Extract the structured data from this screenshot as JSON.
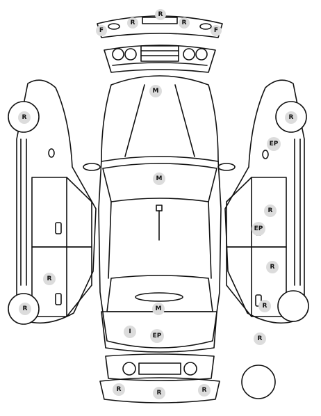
{
  "colors": {
    "line": "#111111",
    "badge": "#dcdcdc",
    "background": "#ffffff"
  },
  "labels": [
    {
      "id": "front-bumper-center",
      "text": "R"
    },
    {
      "id": "front-bumper-left",
      "text": "R"
    },
    {
      "id": "front-bumper-right",
      "text": "R"
    },
    {
      "id": "front-fog-left",
      "text": "F"
    },
    {
      "id": "front-fog-right",
      "text": "F"
    },
    {
      "id": "hood",
      "text": "M"
    },
    {
      "id": "roof",
      "text": "M"
    },
    {
      "id": "trunk-lid",
      "text": "M"
    },
    {
      "id": "rear-bumper-i",
      "text": "I"
    },
    {
      "id": "rear-bumper-ep",
      "text": "EP"
    },
    {
      "id": "left-front-wheel",
      "text": "R"
    },
    {
      "id": "left-rear-door",
      "text": "R"
    },
    {
      "id": "left-rear-wheel",
      "text": "R"
    },
    {
      "id": "right-front-wheel",
      "text": "R"
    },
    {
      "id": "right-front-fender",
      "text": "EP"
    },
    {
      "id": "right-front-door",
      "text": "R"
    },
    {
      "id": "right-front-door-handle",
      "text": "EP"
    },
    {
      "id": "right-rear-door",
      "text": "R"
    },
    {
      "id": "right-rear-wheel",
      "text": "R"
    },
    {
      "id": "right-rear-quarter",
      "text": "R"
    },
    {
      "id": "rear-bumper-left",
      "text": "R"
    },
    {
      "id": "rear-bumper-center",
      "text": "R"
    },
    {
      "id": "rear-bumper-right",
      "text": "R"
    }
  ]
}
